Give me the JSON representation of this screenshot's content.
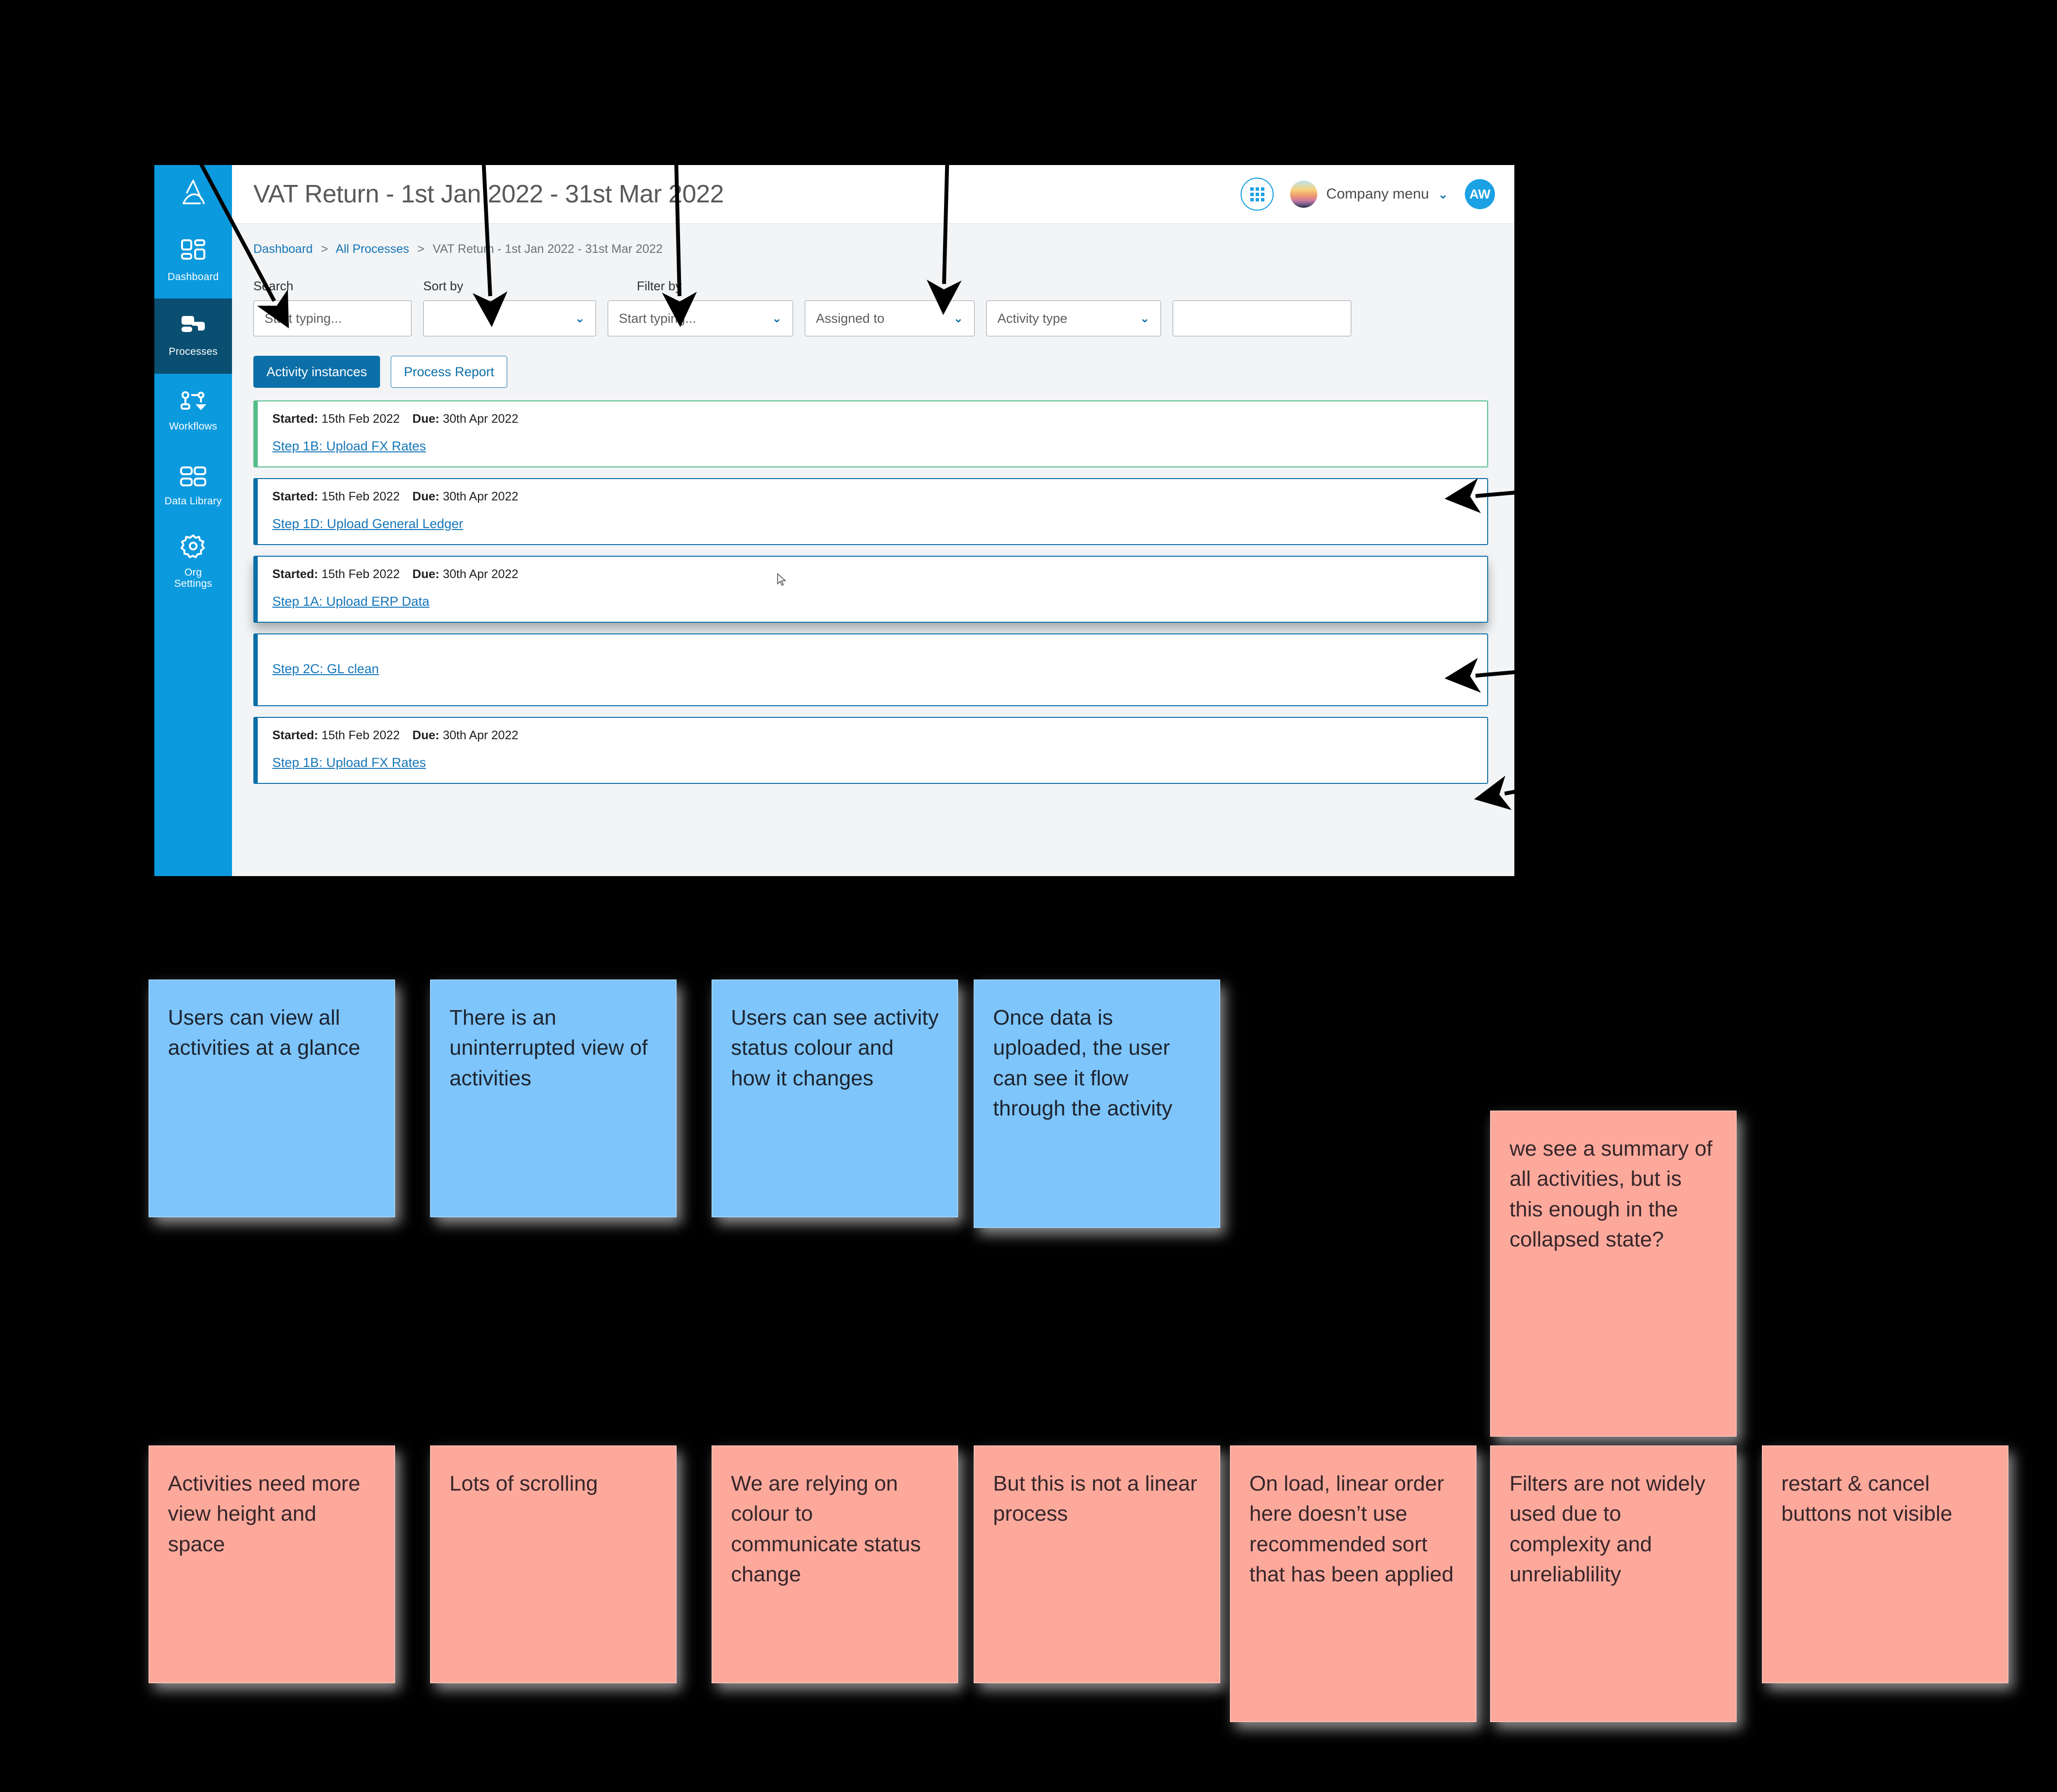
{
  "app": {
    "brand_icon": "triangle-swirl-logo",
    "header": {
      "page_title": "VAT Return - 1st Jan 2022 - 31st Mar 2022",
      "apps_icon": "grid-apps-icon",
      "company_menu_label": "Company menu",
      "company_chevron": "⌄",
      "company_avatar_icon": "company-photo-avatar",
      "user_initials": "AW"
    },
    "sidebar": {
      "items": [
        {
          "label": "Dashboard",
          "icon": "dashboard-grid-icon",
          "active": false
        },
        {
          "label": "Processes",
          "icon": "processes-stack-icon",
          "active": true
        },
        {
          "label": "Workflows",
          "icon": "workflow-nodes-icon",
          "active": false
        },
        {
          "label": "Data Library",
          "icon": "data-library-grid-icon",
          "active": false
        },
        {
          "label": "Org\nSettings",
          "icon": "gear-icon",
          "active": false
        }
      ]
    },
    "breadcrumb": {
      "items": [
        "Dashboard",
        "All Processes"
      ],
      "separator": ">",
      "current": "VAT Return - 1st Jan 2022 - 31st Mar 2022"
    },
    "filters": {
      "labels": {
        "search": "Search",
        "sort_by": "Sort by",
        "filter_by": "Filter by"
      },
      "search_placeholder": "Start typing...",
      "search_value": "",
      "sort_value": "",
      "filter_placeholder": "Start typing...",
      "assigned_to_value": "Assigned to",
      "activity_type_value": "Activity type",
      "extra_value": "",
      "chevron": "⌄"
    },
    "tabs": [
      {
        "label": "Activity instances",
        "selected": true
      },
      {
        "label": "Process Report",
        "selected": false
      }
    ],
    "cards": [
      {
        "status_colour": "green",
        "started_label": "Started:",
        "started_value": "15th Feb 2022",
        "due_label": "Due:",
        "due_value": "30th Apr 2022",
        "title": "Step 1B: Upload FX Rates",
        "has_meta": true,
        "elevated": false,
        "cursor": false
      },
      {
        "status_colour": "blue",
        "started_label": "Started:",
        "started_value": "15th Feb 2022",
        "due_label": "Due:",
        "due_value": "30th Apr 2022",
        "title": "Step 1D: Upload General Ledger",
        "has_meta": true,
        "elevated": false,
        "cursor": false
      },
      {
        "status_colour": "blue",
        "started_label": "Started:",
        "started_value": "15th Feb 2022",
        "due_label": "Due:",
        "due_value": "30th Apr 2022",
        "title": "Step 1A: Upload ERP Data",
        "has_meta": true,
        "elevated": true,
        "cursor": true
      },
      {
        "status_colour": "blue",
        "started_label": "",
        "started_value": "",
        "due_label": "",
        "due_value": "",
        "title": "Step 2C: GL clean",
        "has_meta": false,
        "elevated": false,
        "cursor": false
      },
      {
        "status_colour": "blue",
        "started_label": "Started:",
        "started_value": "15th Feb 2022",
        "due_label": "Due:",
        "due_value": "30th Apr 2022",
        "title": "Step 1B: Upload FX Rates",
        "has_meta": true,
        "elevated": false,
        "cursor": false
      }
    ],
    "colors": {
      "sidebar": "#0c9ade",
      "sidebar_active": "#0a4f72",
      "accent_blue": "#0c6fa8",
      "link_blue": "#1576b9",
      "status_green": "#54bd8a",
      "status_blue": "#0c6fa8"
    }
  },
  "annotations": {
    "arrow_icon": "annotation-arrow",
    "arrows": [
      {
        "name": "arrow-to-search"
      },
      {
        "name": "arrow-to-sort-by"
      },
      {
        "name": "arrow-to-filter-by"
      },
      {
        "name": "arrow-to-tabs"
      },
      {
        "name": "arrow-to-card-1"
      },
      {
        "name": "arrow-to-card-3"
      },
      {
        "name": "arrow-to-card-4"
      }
    ],
    "positive_notes": [
      "Users can view all activities at a glance",
      "There is an uninterrupted view of activities",
      "Users can see activity status colour and how it changes",
      "Once data is uploaded, the user can see it flow through the activity"
    ],
    "question_note": "we see a summary of all activities, but is this enough in the collapsed state?",
    "pain_notes": [
      "Activities need more view height and space",
      "Lots of scrolling",
      "We are relying on colour to communicate status change",
      "But this is not a linear process",
      "On load, linear order here doesn’t use recommended sort that has been applied",
      "Filters are not widely used due to complexity and unreliablility",
      "restart & cancel buttons not visible"
    ],
    "colors": {
      "positive": "#7ec5fb",
      "pain": "#fca99c"
    }
  }
}
